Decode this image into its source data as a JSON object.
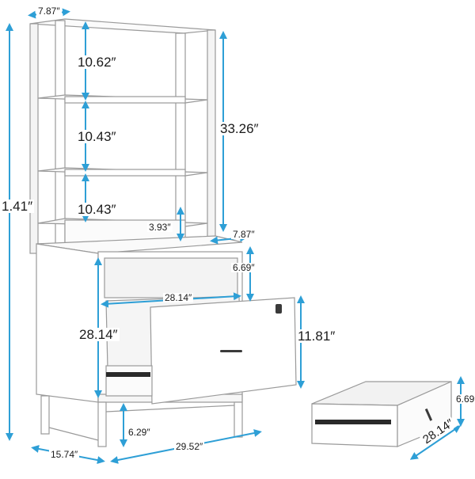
{
  "colors": {
    "dimension_arrow": "#2e9fd6",
    "furniture_outline": "#9a9a9a",
    "furniture_fill": "#ffffff",
    "shadow": "#d6d6d6",
    "rail": "#2a2a2a",
    "text": "#1a1a1a"
  },
  "dimensions": {
    "top_depth": "7.87",
    "overall_height": "1.41",
    "shelf_1": "10.62",
    "shelf_2": "10.43",
    "shelf_3": "10.43",
    "upper_height": "33.26",
    "backboard_height": "3.93",
    "cubby_depth": "7.87",
    "cubby_height": "6.69",
    "cabinet_inner_width": "28.14",
    "cabinet_height": "28.14",
    "drawer_front_height": "11.81",
    "leg_clearance": "6.29",
    "base_depth": "15.74",
    "base_width": "29.52",
    "drawer_width": "28.14",
    "drawer_height": "6.69"
  }
}
